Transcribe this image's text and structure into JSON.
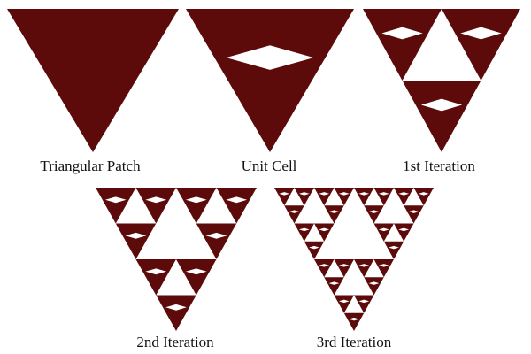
{
  "colors": {
    "patch": "#5c0a0a",
    "background": "#ffffff"
  },
  "panels": [
    {
      "caption": "Triangular Patch",
      "level": "patch"
    },
    {
      "caption": "Unit Cell",
      "level": 0
    },
    {
      "caption": "1st Iteration",
      "level": 1
    },
    {
      "caption": "2nd Iteration",
      "level": 2
    },
    {
      "caption": "3rd Iteration",
      "level": 3
    }
  ]
}
